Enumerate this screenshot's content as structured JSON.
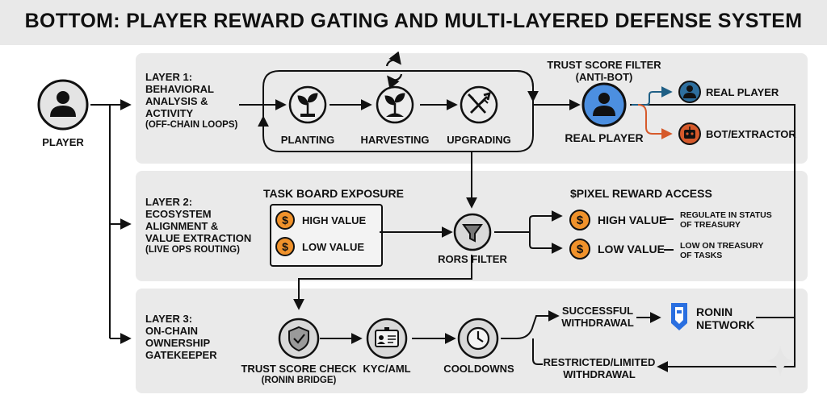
{
  "title": "BOTTOM: PLAYER REWARD GATING AND MULTI-LAYERED DEFENSE SYSTEM",
  "player": {
    "label": "PLAYER",
    "icon": "user-icon"
  },
  "layer1": {
    "title_lines": [
      "LAYER 1:",
      "BEHAVIORAL",
      "ANALYSIS &",
      "ACTIVITY"
    ],
    "subtitle": "(OFF-CHAIN LOOPS)",
    "loop_icon": "refresh-icon",
    "steps": [
      {
        "label": "PLANTING",
        "icon": "sprout-icon"
      },
      {
        "label": "HARVESTING",
        "icon": "sprout-icon"
      },
      {
        "label": "UPGRADING",
        "icon": "tools-icon"
      }
    ],
    "filter_title": "TRUST SCORE FILTER",
    "filter_subtitle": "(ANTI-BOT)",
    "filter_node_label": "REAL PLAYER",
    "outputs": [
      {
        "label": "REAL PLAYER",
        "icon": "user-icon",
        "color": "#1f5f85"
      },
      {
        "label": "BOT/EXTRACTOR",
        "icon": "robot-icon",
        "color": "#d65a2b"
      }
    ]
  },
  "layer2": {
    "title_lines": [
      "LAYER 2:",
      "ECOSYSTEM",
      "ALIGNMENT &",
      "VALUE EXTRACTION"
    ],
    "subtitle": "(LIVE OPS ROUTING)",
    "task_board_title": "TASK BOARD EXPOSURE",
    "task_values": [
      "HIGH VALUE",
      "LOW VALUE"
    ],
    "filter_label": "RORS FILTER",
    "reward_title": "$PIXEL REWARD ACCESS",
    "rewards": [
      {
        "label": "HIGH VALUE",
        "note_lines": [
          "REGULATE IN STATUS",
          "OF TREASURY"
        ]
      },
      {
        "label": "LOW VALUE",
        "note_lines": [
          "LOW ON TREASURY",
          "OF TASKS"
        ]
      }
    ],
    "coin_color": "#f0922b"
  },
  "layer3": {
    "title_lines": [
      "LAYER 3:",
      "ON-CHAIN",
      "OWNERSHIP",
      "GATEKEEPER"
    ],
    "steps": [
      {
        "label_lines": [
          "TRUST SCORE CHECK",
          "(RONIN BRIDGE)"
        ],
        "icon": "shield-check-icon"
      },
      {
        "label_lines": [
          "KYC/AML"
        ],
        "icon": "id-card-icon"
      },
      {
        "label_lines": [
          "COOLDOWNS"
        ],
        "icon": "clock-icon"
      }
    ],
    "outcomes": [
      {
        "label_lines": [
          "SUCCESSFUL",
          "WITHDRAWAL"
        ]
      },
      {
        "label_lines": [
          "RESTRICTED/LIMITED",
          "WITHDRAWAL"
        ]
      }
    ],
    "network_lines": [
      "RONIN",
      "NETWORK"
    ],
    "network_icon": "ronin-logo-icon",
    "network_color": "#2a6fe0"
  },
  "watermark_icon": "sparkle-icon"
}
